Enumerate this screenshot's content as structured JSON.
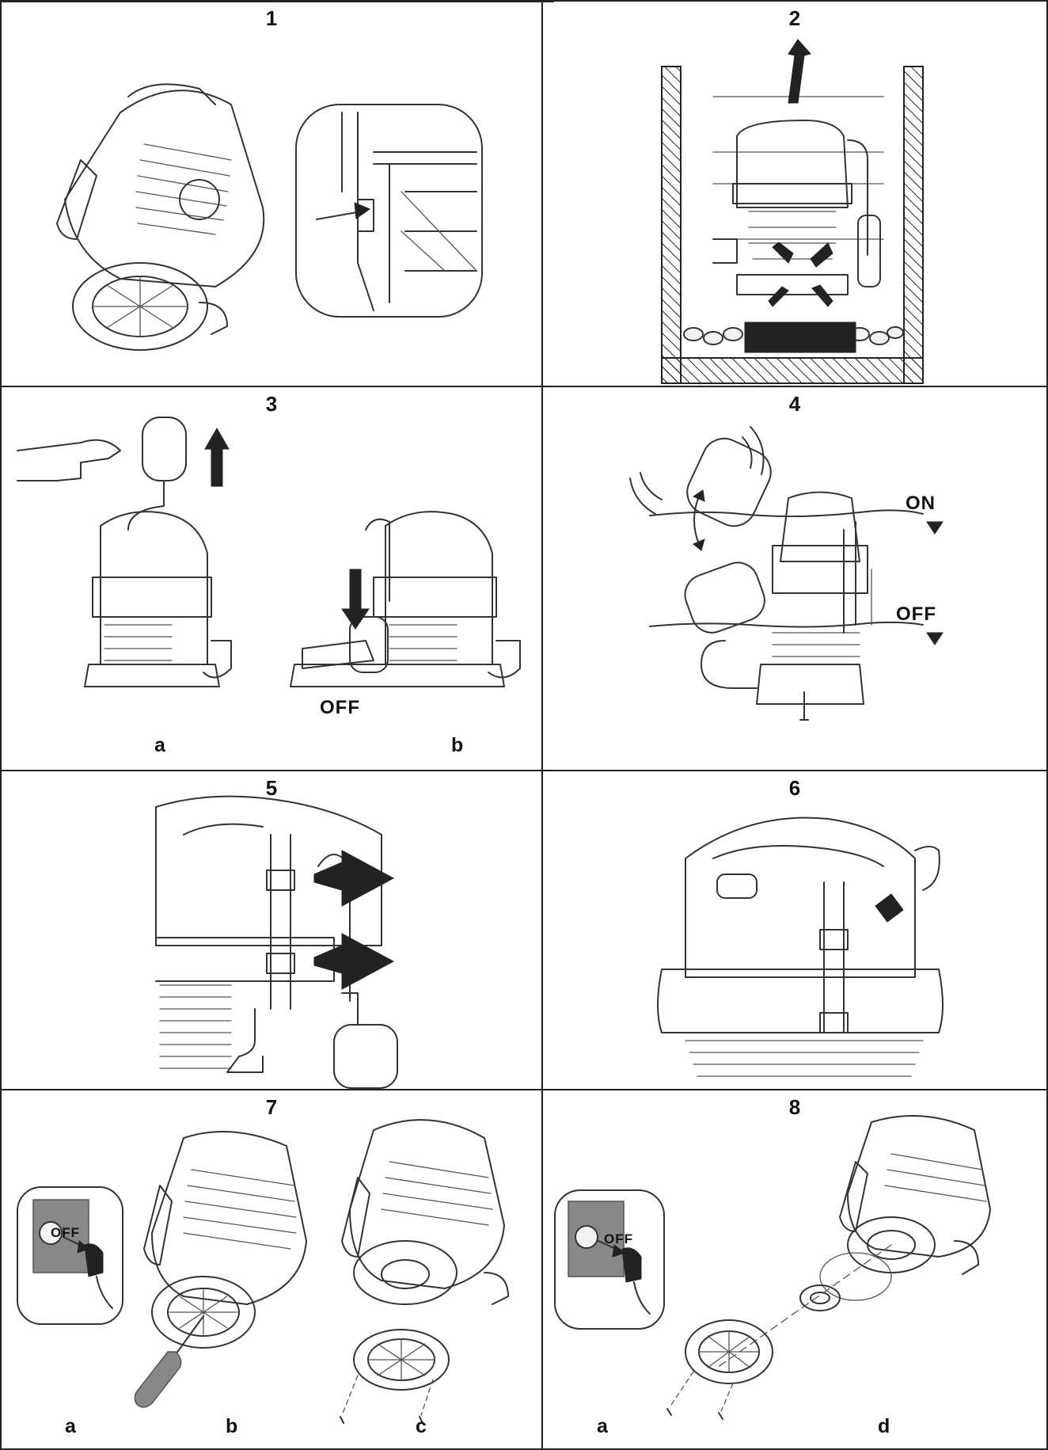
{
  "panels": [
    {
      "number": "1"
    },
    {
      "number": "2"
    },
    {
      "number": "3",
      "sub_labels": [
        "a",
        "b"
      ],
      "text": "OFF"
    },
    {
      "number": "4",
      "on_text": "ON",
      "off_text": "OFF"
    },
    {
      "number": "5"
    },
    {
      "number": "6"
    },
    {
      "number": "7",
      "sub_labels": [
        "a",
        "b",
        "c"
      ],
      "text": "OFF"
    },
    {
      "number": "8",
      "sub_labels": [
        "a",
        "d"
      ],
      "text": "OFF"
    }
  ]
}
